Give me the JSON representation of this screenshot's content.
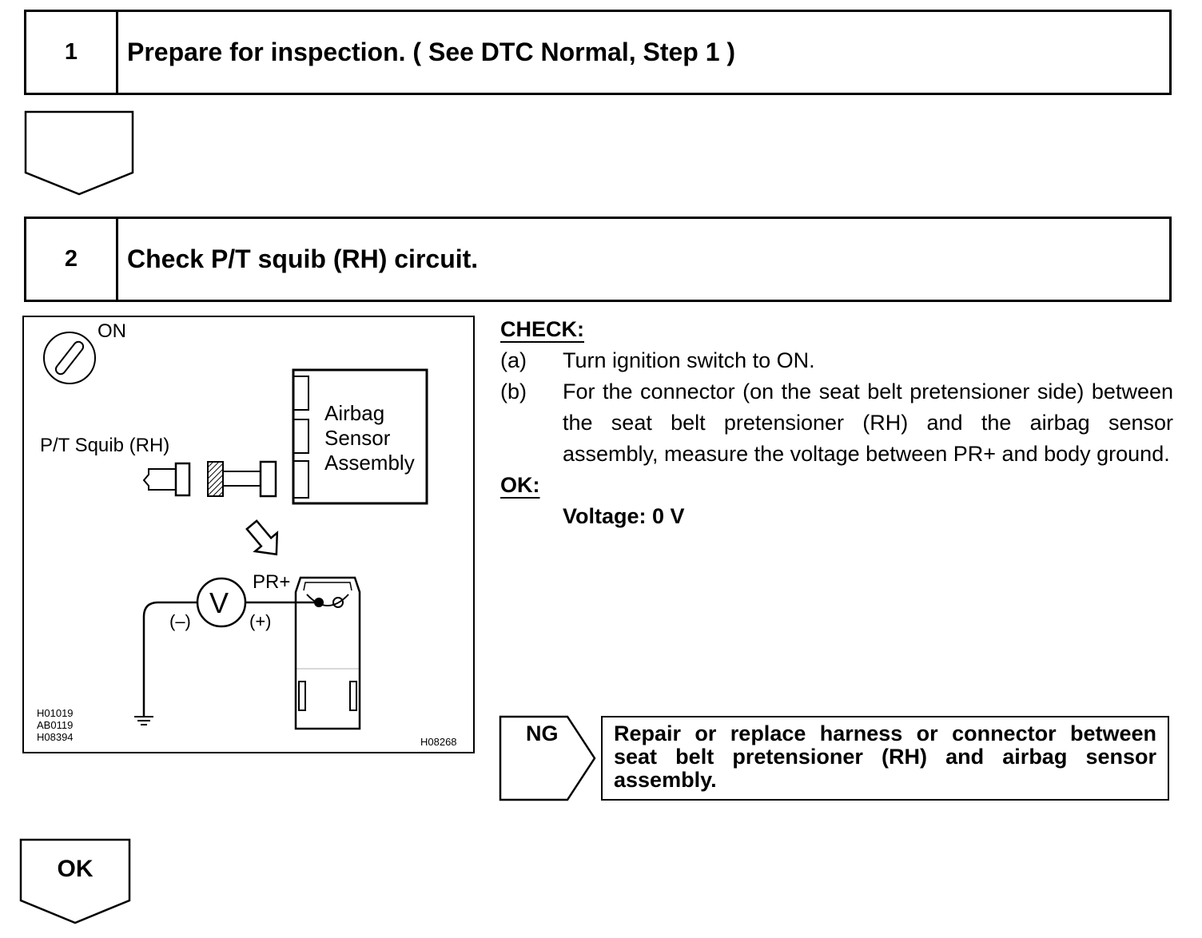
{
  "steps": [
    {
      "number": "1",
      "title": "Prepare for inspection. ( See DTC Normal, Step 1 )"
    },
    {
      "number": "2",
      "title": "Check P/T squib (RH) circuit."
    }
  ],
  "diagram": {
    "ignition_label": "ON",
    "squib_label": "P/T Squib (RH)",
    "sensor_label_lines": [
      "Airbag",
      "Sensor",
      "Assembly"
    ],
    "voltmeter_symbol": "V",
    "terminal_label": "PR+",
    "negative_label": "(–)",
    "positive_label": "(+)",
    "ref_codes": [
      "H01019",
      "AB0119",
      "H08394"
    ],
    "figure_code": "H08268"
  },
  "check": {
    "heading": "CHECK:",
    "items": [
      {
        "marker": "(a)",
        "text": "Turn ignition switch to ON."
      },
      {
        "marker": "(b)",
        "text": "For the connector (on the seat belt pretensioner side) between the seat belt pretensioner (RH) and the airbag sensor assembly, measure the voltage between PR+ and body ground."
      }
    ],
    "ok_heading": "OK:",
    "ok_value": "Voltage: 0 V"
  },
  "ng": {
    "label": "NG",
    "action": "Repair or replace harness or connector between seat belt pretensioner (RH) and airbag sensor assembly."
  },
  "flow": {
    "ok_label": "OK"
  }
}
